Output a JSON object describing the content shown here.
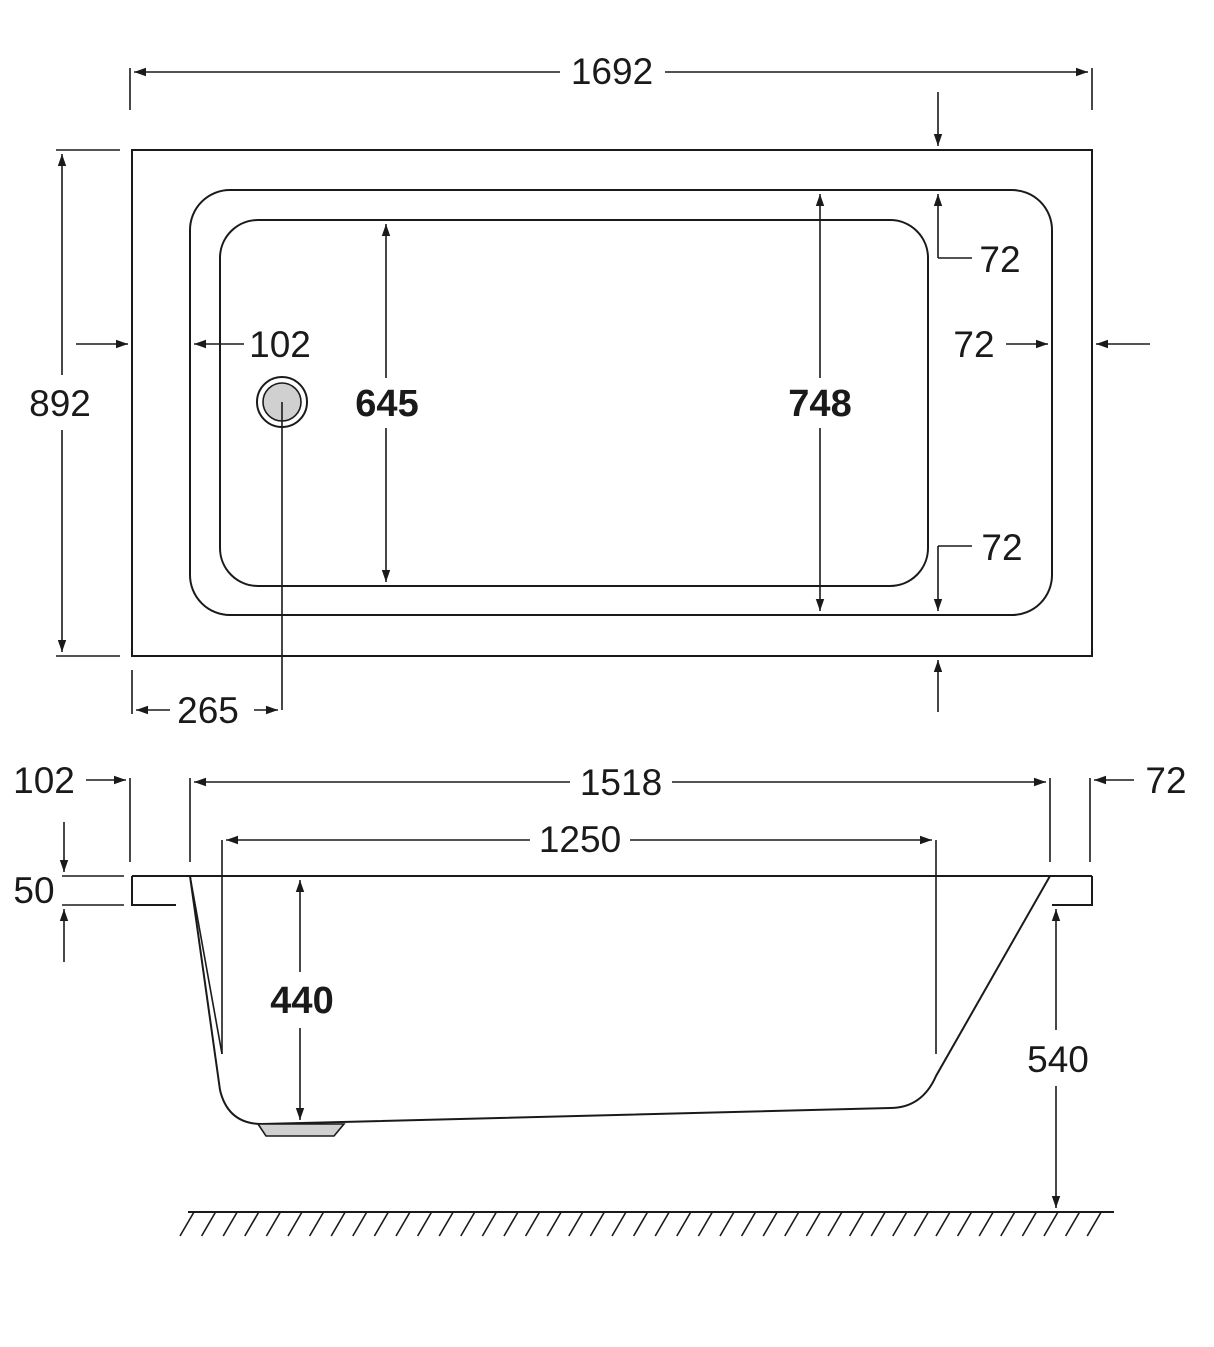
{
  "plan_view": {
    "overall_length": "1692",
    "overall_width": "892",
    "rim_right_top": "72",
    "rim_right_side": "72",
    "rim_right_bottom": "72",
    "rim_left": "102",
    "inner_width": "645",
    "outer_inner_width": "748",
    "drain_offset": "265"
  },
  "side_view": {
    "rim_left": "102",
    "rim_right": "72",
    "top_length": "1518",
    "bottom_length": "1250",
    "rim_thickness": "50",
    "inner_depth": "440",
    "total_height": "540"
  },
  "colors": {
    "line": "#1a1a1a",
    "drain_fill": "#d0d0d0"
  }
}
